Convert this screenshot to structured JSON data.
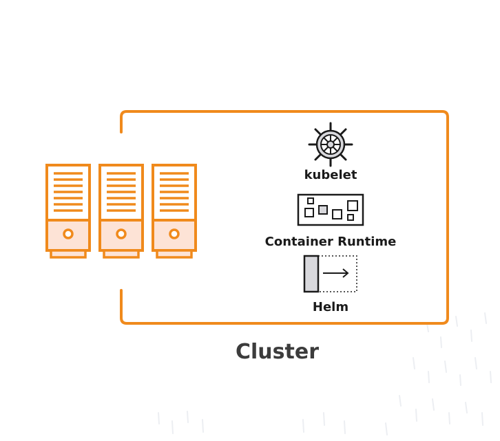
{
  "colors": {
    "accent": "#f08a1c",
    "server_fill": "#fde3d6",
    "icon_stroke": "#1a1a1a",
    "text": "#1a1a1a",
    "cluster_text": "#3c3c3c"
  },
  "servers": [
    {
      "icon": "server-icon"
    },
    {
      "icon": "server-icon"
    },
    {
      "icon": "server-icon"
    }
  ],
  "components": [
    {
      "label": "kubelet",
      "icon": "ship-wheel-icon"
    },
    {
      "label": "Container Runtime",
      "icon": "container-runtime-icon"
    },
    {
      "label": "Helm",
      "icon": "helm-icon"
    }
  ],
  "cluster": {
    "label": "Cluster"
  }
}
